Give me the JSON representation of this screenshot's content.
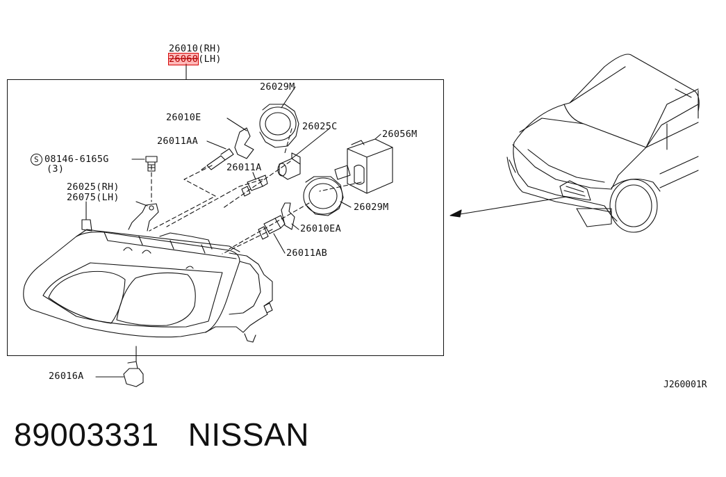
{
  "assembly": {
    "rh": "26010(RH)",
    "lh_code": "26060",
    "lh_side": "(LH)"
  },
  "parts": {
    "p26029M_top": "26029M",
    "p26010E": "26010E",
    "p26025C": "26025C",
    "p26056M": "26056M",
    "p26011AA": "26011AA",
    "screw_circle": "S",
    "screw_code": "08146-6165G",
    "screw_qty": "(3)",
    "p26011A": "26011A",
    "p26025_rh": "26025(RH)",
    "p26075_lh": "26075(LH)",
    "p26029M_bottom": "26029M",
    "p26010EA": "26010EA",
    "p26011AB": "26011AB",
    "p26016A": "26016A"
  },
  "diagram_ref": "J260001R",
  "footer": {
    "part_number": "89003331",
    "brand": "NISSAN"
  },
  "colors": {
    "line": "#111111",
    "highlight": "#d40000",
    "background": "#ffffff"
  }
}
